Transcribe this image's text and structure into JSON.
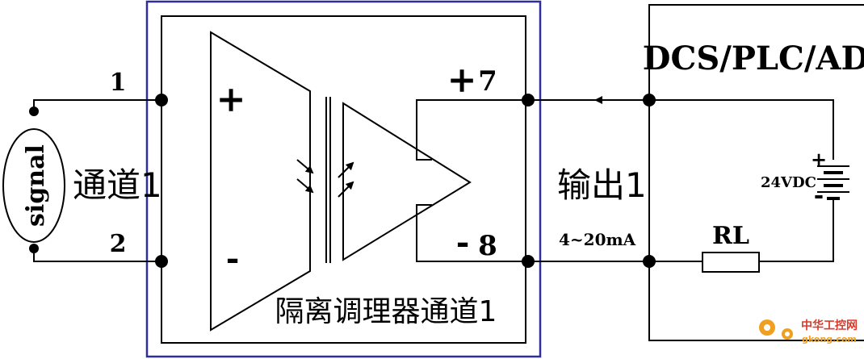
{
  "labels": {
    "pin1": "1",
    "pin2": "2",
    "pin7": "7",
    "pin8": "8",
    "plus_out": "+",
    "minus_out": "-",
    "plus_in": "+",
    "minus_in": "-",
    "signal": "signal",
    "channel_in": "通道1",
    "output": "输出1",
    "current_range": "4~20mA",
    "load": "RL",
    "supply": "24VDC",
    "supply_plus": "+",
    "supply_minus": "-",
    "system": "DCS/PLC/AD",
    "module_title": "隔离调理器通道1"
  },
  "watermark": {
    "cn": "中华工控网",
    "url": "gkong.com"
  },
  "colors": {
    "frame": "#2e2e9e",
    "line": "#000000",
    "watermark_orange": "#f0a020",
    "watermark_red": "#d83a2a"
  }
}
